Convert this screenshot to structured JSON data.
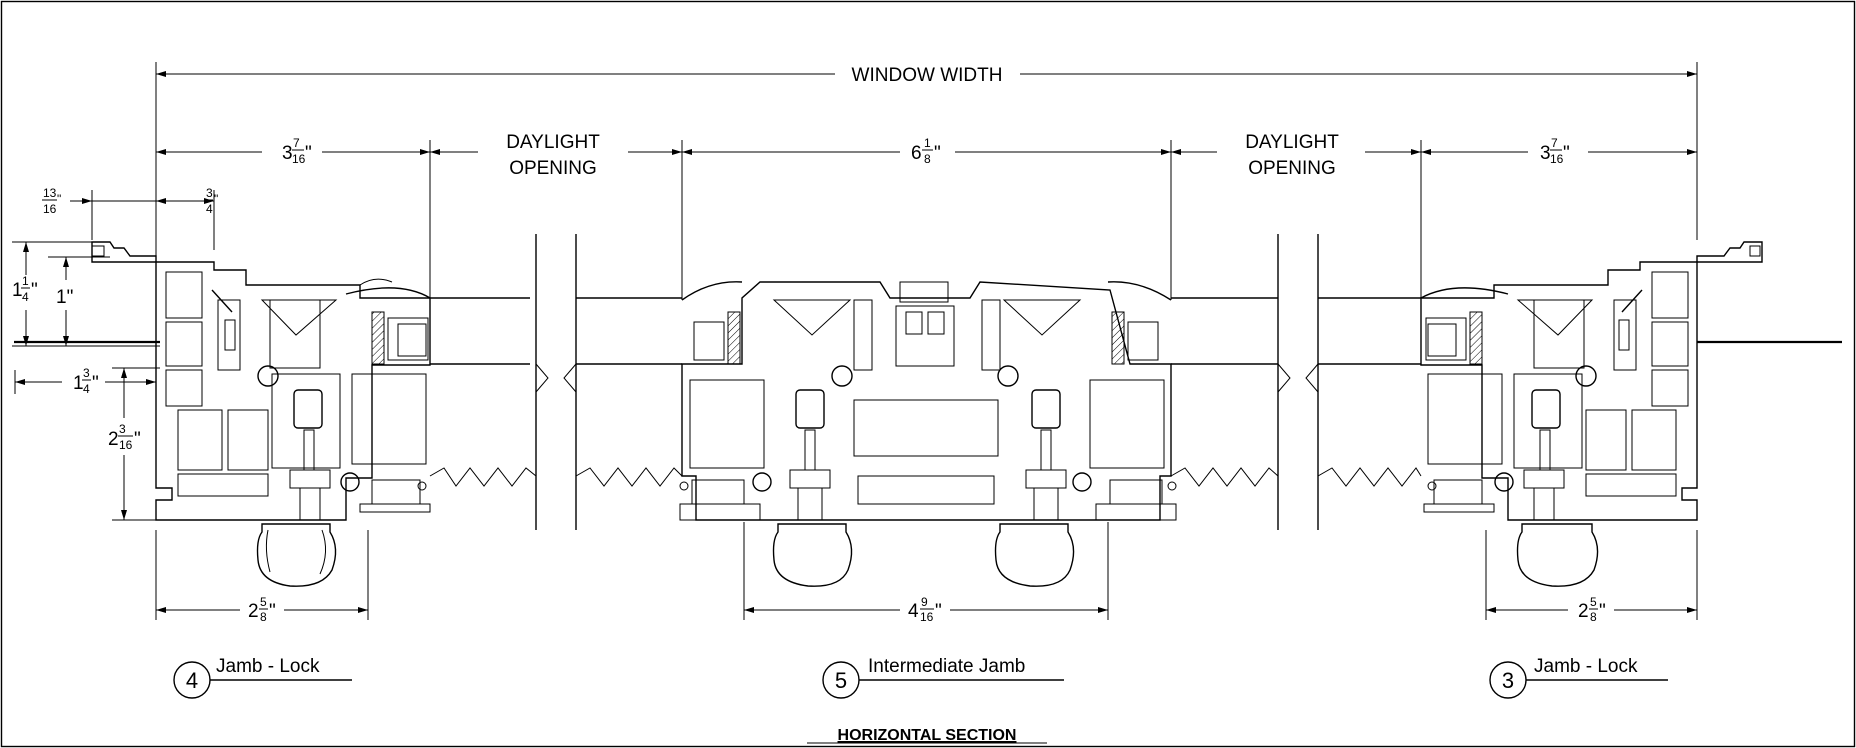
{
  "dims": {
    "window_width": "WINDOW WIDTH",
    "left_3_7_16": {
      "whole": "3",
      "num": "7",
      "den": "16",
      "unit": "\""
    },
    "daylight_left": [
      "DAYLIGHT",
      "OPENING"
    ],
    "mid_6_1_8": {
      "whole": "6",
      "num": "1",
      "den": "8",
      "unit": "\""
    },
    "daylight_right": [
      "DAYLIGHT",
      "OPENING"
    ],
    "right_3_7_16": {
      "whole": "3",
      "num": "7",
      "den": "16",
      "unit": "\""
    },
    "d_13_16": {
      "num": "13",
      "den": "16",
      "unit": "\""
    },
    "d_3_4": {
      "num": "3",
      "den": "4",
      "unit": "\""
    },
    "d_1_1_4": {
      "whole": "1",
      "num": "1",
      "den": "4",
      "unit": "\""
    },
    "d_1": "1\"",
    "d_1_3_4": {
      "whole": "1",
      "num": "3",
      "den": "4",
      "unit": "\""
    },
    "d_2_3_16": {
      "whole": "2",
      "num": "3",
      "den": "16",
      "unit": "\""
    },
    "bottom_left_2_5_8": {
      "whole": "2",
      "num": "5",
      "den": "8",
      "unit": "\""
    },
    "bottom_mid_4_9_16": {
      "whole": "4",
      "num": "9",
      "den": "16",
      "unit": "\""
    },
    "bottom_right_2_5_8": {
      "whole": "2",
      "num": "5",
      "den": "8",
      "unit": "\""
    }
  },
  "callouts": [
    {
      "number": "4",
      "label": "Jamb - Lock"
    },
    {
      "number": "5",
      "label": "Intermediate Jamb"
    },
    {
      "number": "3",
      "label": "Jamb - Lock"
    }
  ],
  "title": "HORIZONTAL SECTION"
}
